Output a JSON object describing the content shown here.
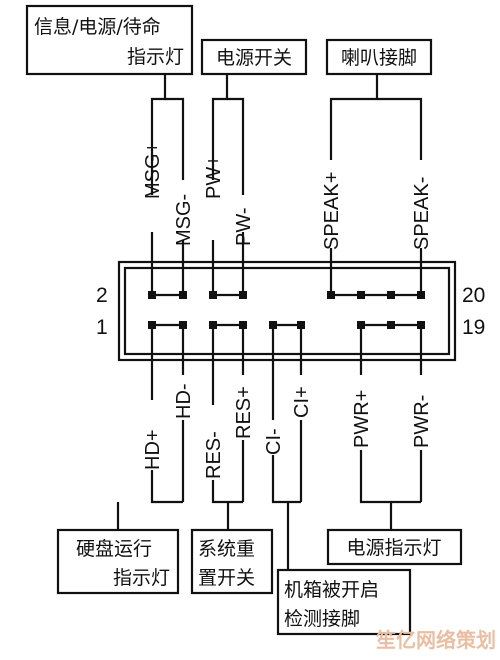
{
  "labels": {
    "msg_box_line1": "信息/电源/待命",
    "msg_box_line2": "指示灯",
    "power_switch": "电源开关",
    "speaker": "喇叭接脚",
    "hdd_line1": "硬盘运行",
    "hdd_line2": "指示灯",
    "reset_line1": "系统重",
    "reset_line2": "置开关",
    "chassis_line1": "机箱被开启",
    "chassis_line2": "检测接脚",
    "power_led": "电源指示灯"
  },
  "pins_top": {
    "msg_plus": "MSG+",
    "msg_minus": "MSG-",
    "pw_plus": "PW+",
    "pw_minus": "PW-",
    "speak_plus": "SPEAK+",
    "speak_minus": "SPEAK-"
  },
  "pins_bottom": {
    "hd_plus": "HD+",
    "hd_minus": "HD-",
    "res_minus": "RES-",
    "res_plus": "RES+",
    "ci_minus": "CI-",
    "ci_plus": "CI+",
    "pwr_plus": "PWR+",
    "pwr_minus": "PWR-"
  },
  "row_numbers": {
    "top_left": "2",
    "bottom_left": "1",
    "top_right": "20",
    "bottom_right": "19"
  },
  "watermark": "笙亿网络策划",
  "colors": {
    "line": "#111111",
    "watermark": "#e9bfa4"
  }
}
